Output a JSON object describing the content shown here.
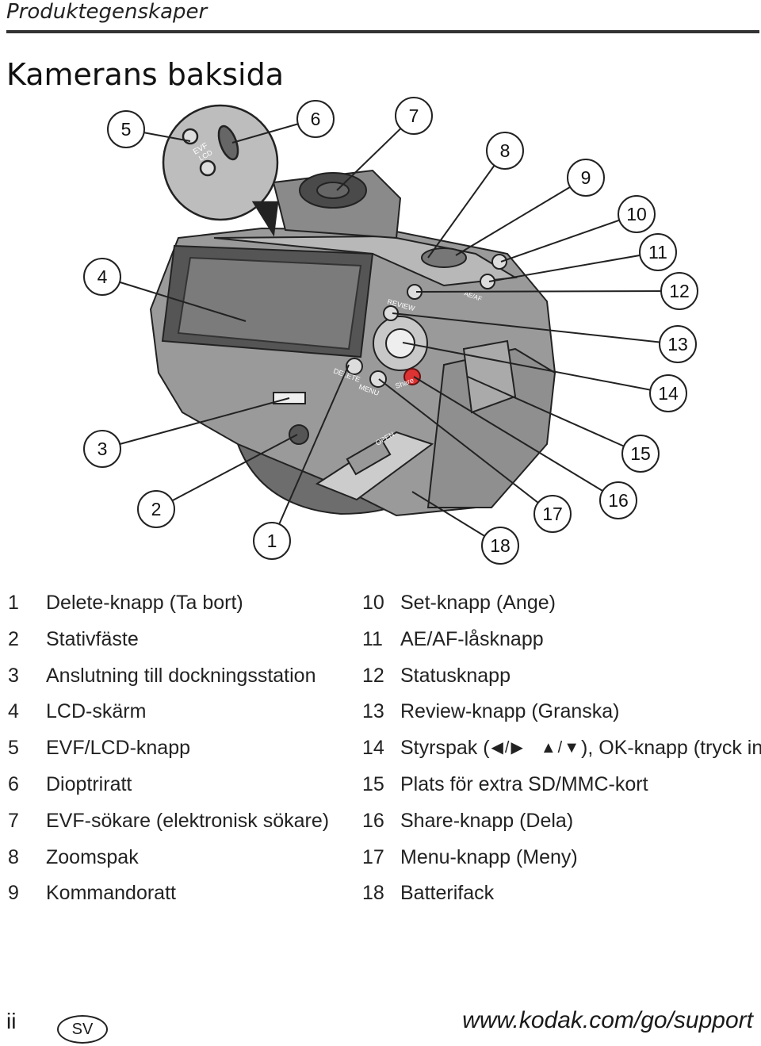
{
  "header": {
    "section": "Produktegenskaper",
    "title": "Kamerans baksida"
  },
  "callouts": [
    "1",
    "2",
    "3",
    "4",
    "5",
    "6",
    "7",
    "8",
    "9",
    "10",
    "11",
    "12",
    "13",
    "14",
    "15",
    "16",
    "17",
    "18"
  ],
  "camera_labels": {
    "evf": "EVF",
    "lcd": "LCD",
    "review": "REVIEW",
    "delete": "DELETE",
    "menu": "MENU",
    "share": "Share",
    "open": "OPEN",
    "af": "AE/AF"
  },
  "legend_left": [
    {
      "num": "1",
      "text": "Delete-knapp (Ta bort)"
    },
    {
      "num": "2",
      "text": "Stativfäste"
    },
    {
      "num": "3",
      "text": "Anslutning till dockningsstation"
    },
    {
      "num": "4",
      "text": "LCD-skärm"
    },
    {
      "num": "5",
      "text": "EVF/LCD-knapp"
    },
    {
      "num": "6",
      "text": "Dioptriratt"
    },
    {
      "num": "7",
      "text": "EVF-sökare (elektronisk sökare)"
    },
    {
      "num": "8",
      "text": "Zoomspak"
    },
    {
      "num": "9",
      "text": "Kommandoratt"
    }
  ],
  "legend_right": [
    {
      "num": "10",
      "text": "Set-knapp (Ange)"
    },
    {
      "num": "11",
      "text": "AE/AF-låsknapp"
    },
    {
      "num": "12",
      "text": "Statusknapp"
    },
    {
      "num": "13",
      "text": "Review-knapp (Granska)"
    },
    {
      "num": "14",
      "text_pre": "Styrspak (",
      "text_post": "), OK-knapp (tryck in)"
    },
    {
      "num": "15",
      "text": "Plats för extra SD/MMC-kort"
    },
    {
      "num": "16",
      "text": "Share-knapp (Dela)"
    },
    {
      "num": "17",
      "text": "Menu-knapp (Meny)"
    },
    {
      "num": "18",
      "text": "Batterifack"
    }
  ],
  "footer": {
    "page": "ii",
    "lang": "SV",
    "url": "www.kodak.com/go/support"
  }
}
